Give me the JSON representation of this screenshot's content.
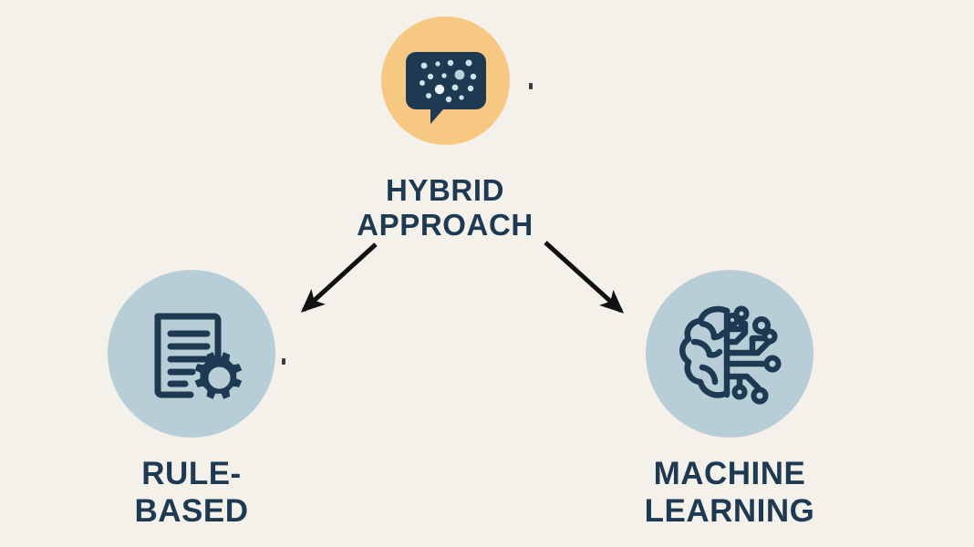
{
  "diagram": {
    "type": "hierarchy",
    "background_color": "#f4f0ea",
    "title_node": "HYBRID APPROACH",
    "nodes": [
      {
        "id": "hybrid",
        "label_lines": [
          "HYBRID",
          "APPROACH"
        ],
        "icon": "speech-bubble-dots-icon",
        "circle_color": "#f6c881",
        "icon_color": "#1e3a52",
        "position": "top-center"
      },
      {
        "id": "rule-based",
        "label_lines": [
          "RULE-",
          "BASED"
        ],
        "icon": "document-gear-icon",
        "circle_color": "#b7ced7",
        "icon_color": "#1e3a52",
        "position": "bottom-left"
      },
      {
        "id": "machine-learning",
        "label_lines": [
          "MACHINE",
          "LEARNING"
        ],
        "icon": "brain-circuit-icon",
        "circle_color": "#b7ced7",
        "icon_color": "#1e3a52",
        "position": "bottom-right"
      }
    ],
    "connectors": [
      {
        "id": "hybrid-to-rule",
        "from": "hybrid",
        "to": "rule-based",
        "style": "solid-arrow",
        "color": "#111111"
      },
      {
        "id": "hybrid-to-ml",
        "from": "hybrid",
        "to": "machine-learning",
        "style": "solid-arrow",
        "color": "#111111"
      }
    ],
    "text_color": "#1e3a52"
  }
}
